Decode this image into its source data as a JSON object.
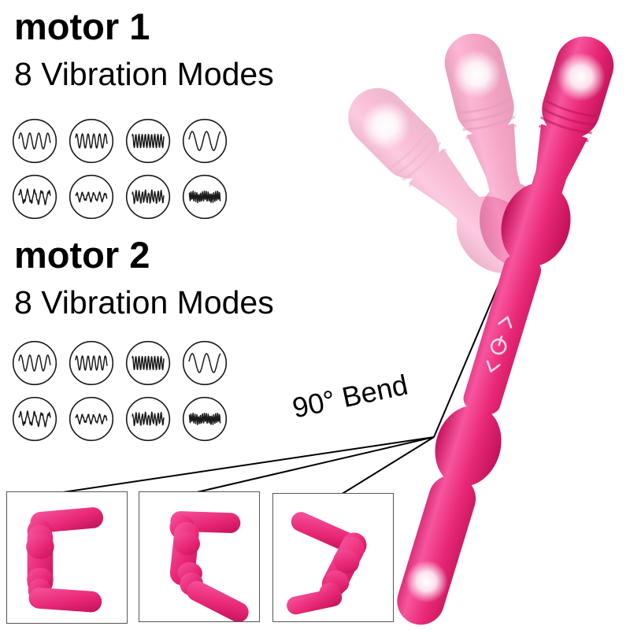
{
  "colors": {
    "background": "#ffffff",
    "text_color": "#000000",
    "line_color": "#000000",
    "product_pink": "#e82876",
    "product_pink_light": "#f7559e",
    "product_pink_dark": "#c11058",
    "mode_icon_stroke": "#1a1a1a",
    "control_icon_color": "#ffd6e8",
    "inset_border": "#555555"
  },
  "motor1": {
    "title": "motor 1",
    "subtitle": "8 Vibration Modes",
    "modes": [
      "wave-sine-medium",
      "wave-sine-tight",
      "wave-dense-ripple",
      "wave-slow-large",
      "wave-irregular-large",
      "wave-irregular-small",
      "wave-burst-dense",
      "wave-scribble-dense"
    ]
  },
  "motor2": {
    "title": "motor 2",
    "subtitle": "8 Vibration Modes",
    "modes": [
      "wave-sine-medium",
      "wave-sine-tight",
      "wave-dense-ripple",
      "wave-slow-large",
      "wave-irregular-large",
      "wave-irregular-small",
      "wave-burst-dense",
      "wave-scribble-dense"
    ]
  },
  "bend": {
    "label": "90° Bend"
  },
  "device": {
    "controls": [
      "arrow-up-icon",
      "power-icon",
      "arrow-down-icon"
    ],
    "motor_indicators": [
      "motor-glow-top",
      "motor-glow-bottom"
    ]
  },
  "insets": [
    {
      "name": "bend-shape-bracket"
    },
    {
      "name": "bend-shape-step"
    },
    {
      "name": "bend-shape-angle"
    }
  ]
}
